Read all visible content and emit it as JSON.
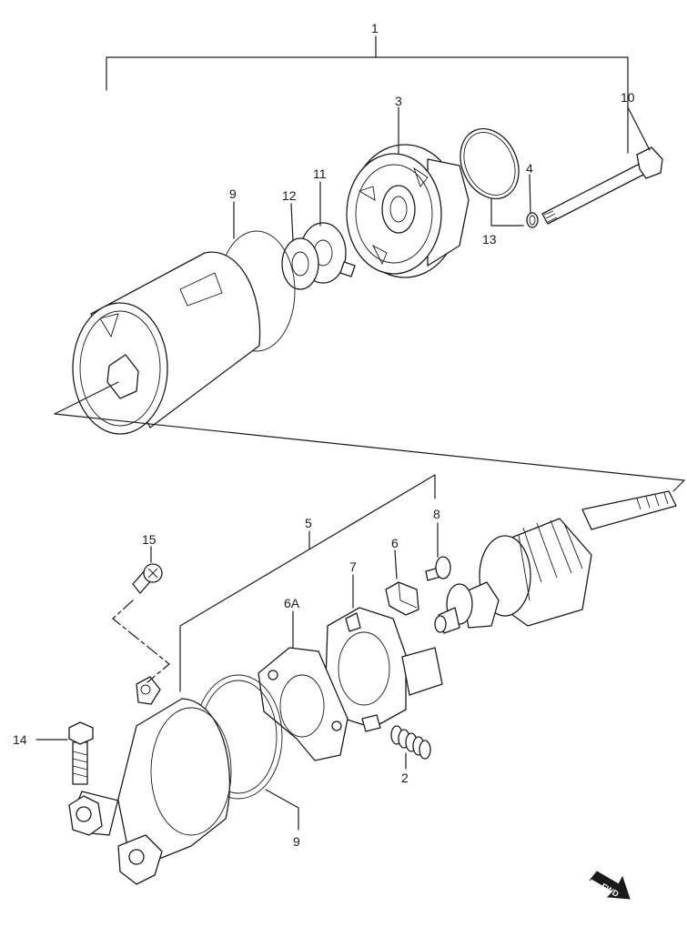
{
  "callouts": {
    "c1": "1",
    "c2": "2",
    "c3": "3",
    "c4": "4",
    "c5": "5",
    "c6": "6",
    "c6a": "6A",
    "c7": "7",
    "c8": "8",
    "c9_top": "9",
    "c9_bottom": "9",
    "c10": "10",
    "c11": "11",
    "c12": "12",
    "c13": "13",
    "c14": "14",
    "c15": "15"
  },
  "fwd": {
    "label": "FWD"
  },
  "icons": {
    "fwd_arrow": "fwd-arrow-icon"
  }
}
